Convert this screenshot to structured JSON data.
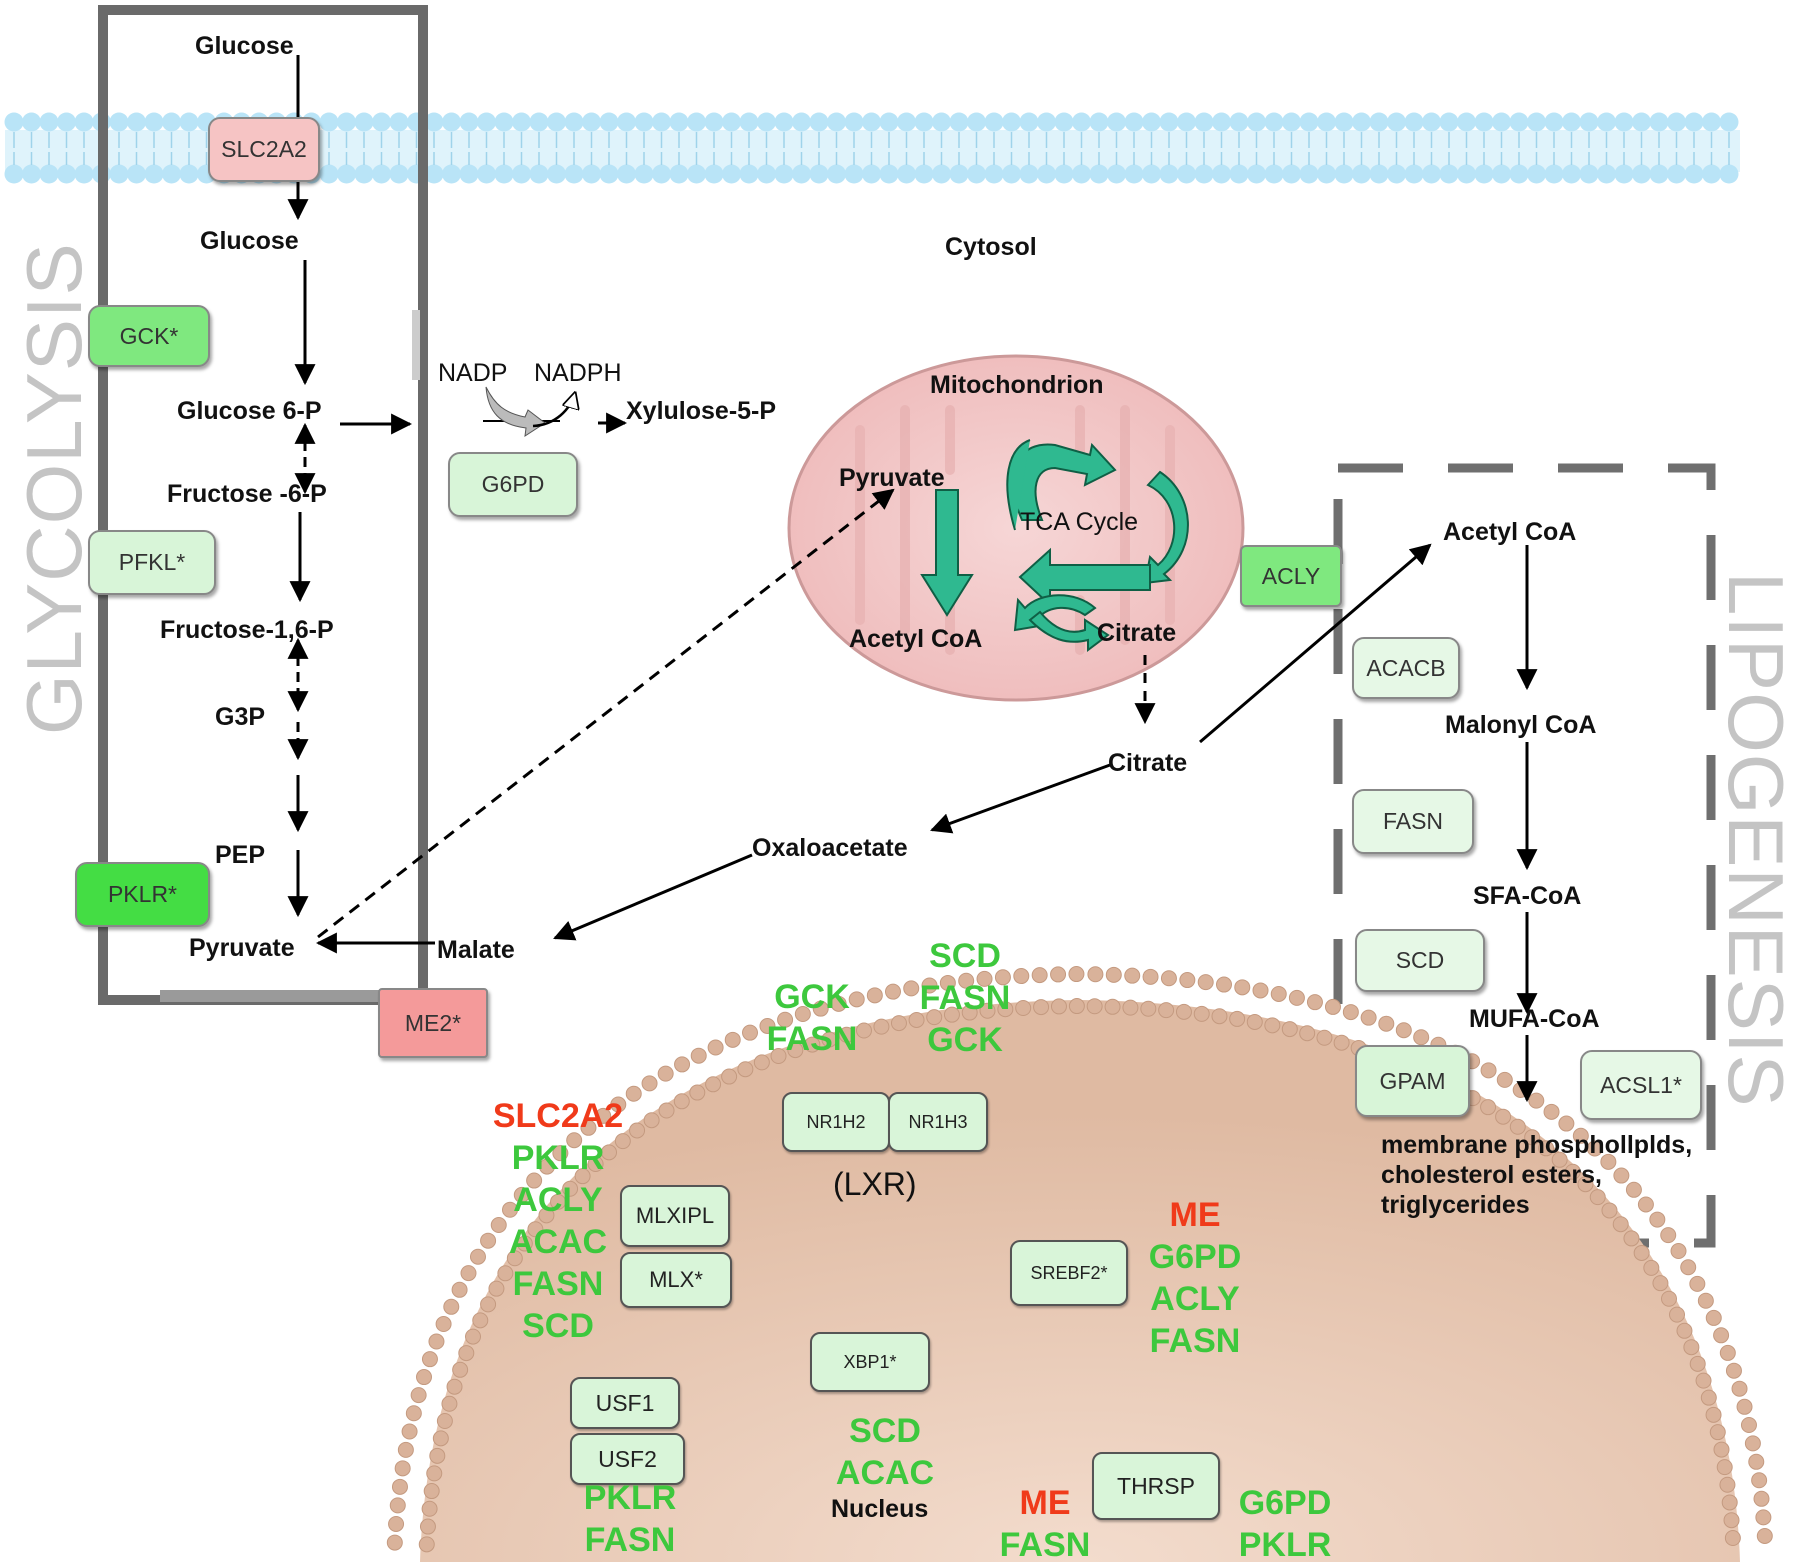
{
  "titles": {
    "glycolysis": "GLYCOLYSIS",
    "lipogenesis": "LIPOGENESIS",
    "cytosol": "Cytosol",
    "mitochondrion": "Mitochondrion",
    "nucleus": "Nucleus"
  },
  "metabolites": {
    "glucose_out": "Glucose",
    "glucose_in": "Glucose",
    "glucose6p": "Glucose 6-P",
    "fructose6p": "Fructose -6-P",
    "fructose16p": "Fructose-1,6-P",
    "g3p": "G3P",
    "pep": "PEP",
    "pyruvate": "Pyruvate",
    "malate": "Malate",
    "oxaloacetate": "Oxaloacetate",
    "citrate_cyto": "Citrate",
    "nadp": "NADP",
    "nadph": "NADPH",
    "xylulose5p": "Xylulose-5-P",
    "mito_pyruvate": "Pyruvate",
    "mito_acetylcoa": "Acetyl CoA",
    "tca": "TCA Cycle",
    "mito_citrate": "Citrate",
    "lipo_acetylcoa": "Acetyl CoA",
    "malonylcoa": "Malonyl CoA",
    "sfacoa": "SFA-CoA",
    "mufacoa": "MUFA-CoA",
    "lipid_products": [
      "membrane phosphollplds,",
      "cholesterol esters,",
      "triglycerides"
    ]
  },
  "enzymes": {
    "slc2a2": "SLC2A2",
    "gck": "GCK*",
    "pfkl": "PFKL*",
    "pklr": "PKLR*",
    "me2": "ME2*",
    "g6pd": "G6PD",
    "acly": "ACLY",
    "acacb": "ACACB",
    "fasn": "FASN",
    "scd": "SCD",
    "gpam": "GPAM",
    "acsl1": "ACSL1*"
  },
  "nuclear_factors": {
    "nr1h2": "NR1H2",
    "nr1h3": "NR1H3",
    "lxr": "(LXR)",
    "mlxipl": "MLXIPL",
    "mlx": "MLX*",
    "srebf2": "SREBF2*",
    "xbp1": "XBP1*",
    "usf1": "USF1",
    "usf2": "USF2",
    "thrsp": "THRSP"
  },
  "target_genes": {
    "lxr_left": [
      {
        "t": "GCK",
        "c": "green"
      },
      {
        "t": "FASN",
        "c": "green"
      }
    ],
    "lxr_right": [
      {
        "t": "SCD",
        "c": "green"
      },
      {
        "t": "FASN",
        "c": "green"
      },
      {
        "t": "GCK",
        "c": "green"
      }
    ],
    "mlxipl": [
      {
        "t": "SLC2A2",
        "c": "red"
      },
      {
        "t": "PKLR",
        "c": "green"
      },
      {
        "t": "ACLY",
        "c": "green"
      },
      {
        "t": "ACAC",
        "c": "green"
      },
      {
        "t": "FASN",
        "c": "green"
      },
      {
        "t": "SCD",
        "c": "green"
      }
    ],
    "srebf2": [
      {
        "t": "ME",
        "c": "red"
      },
      {
        "t": "G6PD",
        "c": "green"
      },
      {
        "t": "ACLY",
        "c": "green"
      },
      {
        "t": "FASN",
        "c": "green"
      }
    ],
    "xbp1": [
      {
        "t": "SCD",
        "c": "green"
      },
      {
        "t": "ACAC",
        "c": "green"
      }
    ],
    "usf": [
      {
        "t": "PKLR",
        "c": "green"
      },
      {
        "t": "FASN",
        "c": "green"
      }
    ],
    "thrsp_left": [
      {
        "t": "ME",
        "c": "red"
      },
      {
        "t": "FASN",
        "c": "green"
      }
    ],
    "thrsp_right": [
      {
        "t": "G6PD",
        "c": "green"
      },
      {
        "t": "PKLR",
        "c": "green"
      }
    ]
  },
  "colors": {
    "up_regulated": "#3dc83d",
    "down_regulated": "#f03a1a",
    "membrane": "#b9e4f7",
    "mitochondrion": "#f3c9c9",
    "nucleus": "#ead1bf"
  }
}
